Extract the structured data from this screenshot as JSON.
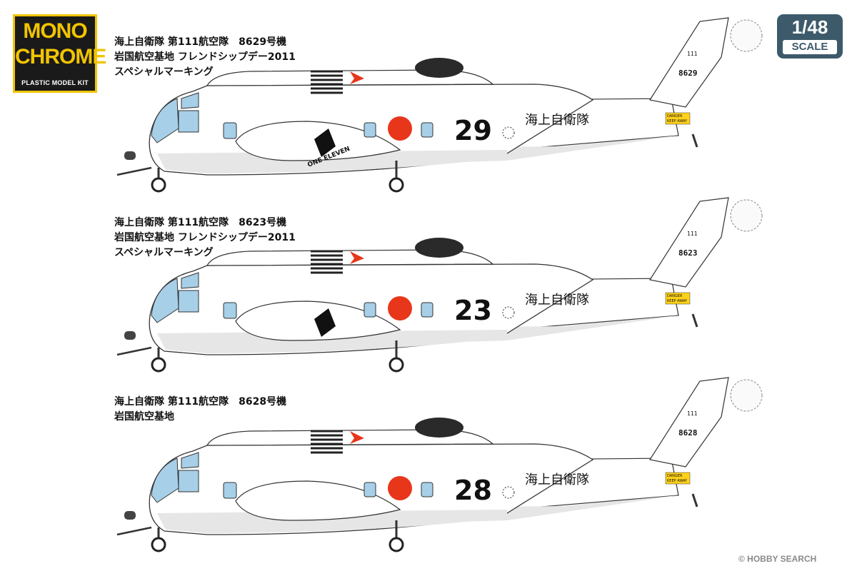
{
  "logo": {
    "line1": "MONO",
    "line2": "CHROME",
    "sub": "PLASTIC MODEL KIT"
  },
  "scale": {
    "ratio": "1/48",
    "word": "SCALE"
  },
  "profiles": [
    {
      "caption": [
        "海上自衛隊 第111航空隊　8629号機",
        "岩国航空基地 フレンドシップデー2011",
        "スペシャルマーキング"
      ],
      "number": "29",
      "serial_top": "111",
      "serial": "8629",
      "service": "海上自衛隊",
      "danger": "DANGER",
      "keep_away": "KEEP AWAY",
      "emblem_text": "ONE ELEVEN",
      "special": true
    },
    {
      "caption": [
        "海上自衛隊 第111航空隊　8623号機",
        "岩国航空基地 フレンドシップデー2011",
        "スペシャルマーキング"
      ],
      "number": "23",
      "serial_top": "111",
      "serial": "8623",
      "service": "海上自衛隊",
      "danger": "DANGER",
      "keep_away": "KEEP AWAY",
      "emblem_text": "",
      "special": true
    },
    {
      "caption": [
        "海上自衛隊 第111航空隊　8628号機",
        "岩国航空基地"
      ],
      "number": "28",
      "serial_top": "111",
      "serial": "8628",
      "service": "海上自衛隊",
      "danger": "DANGER",
      "keep_away": "KEEP AWAY",
      "emblem_text": "",
      "special": false
    }
  ],
  "watermark": "© HOBBY SEARCH",
  "colors": {
    "hinomaru": "#e8361b",
    "glass": "#a7cfe8",
    "logo_yellow": "#f1c400",
    "scale_blue": "#3d5a6b"
  }
}
